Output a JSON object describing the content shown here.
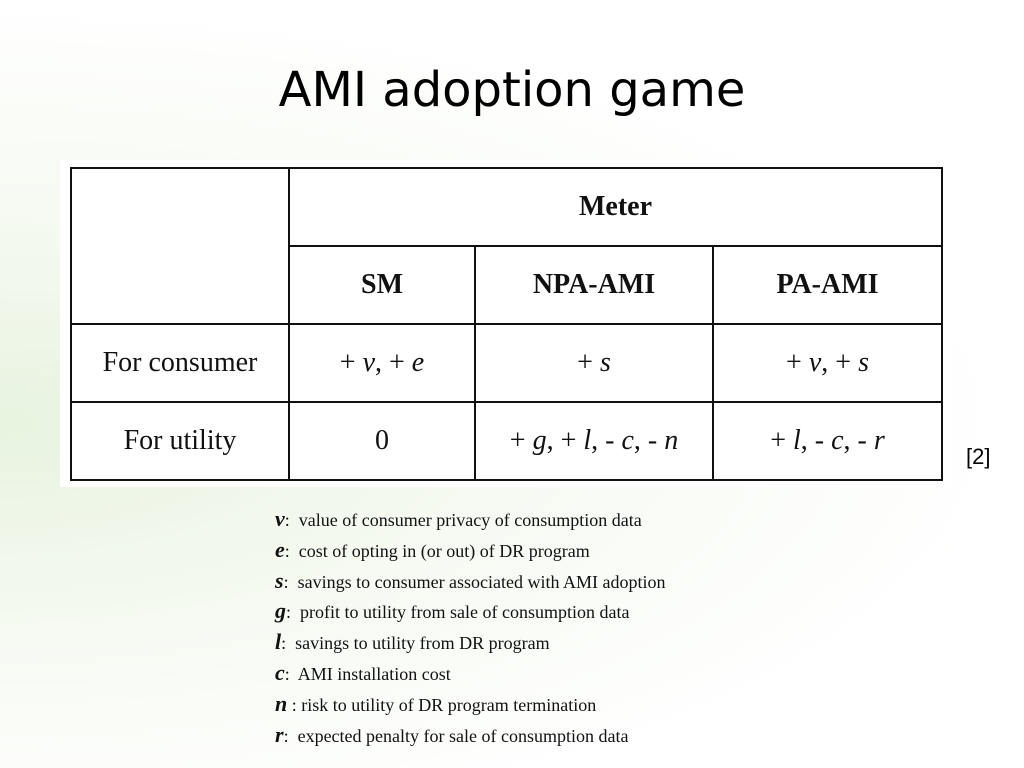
{
  "slide": {
    "title": "AMI adoption game",
    "reference": "[2]"
  },
  "table": {
    "group_header": "Meter",
    "columns": [
      "SM",
      "NPA-AMI",
      "PA-AMI"
    ],
    "rows": [
      {
        "label": "For consumer",
        "cells": [
          [
            {
              "t": "+ "
            },
            {
              "t": "v",
              "i": true
            },
            {
              "t": ", + "
            },
            {
              "t": "e",
              "i": true
            }
          ],
          [
            {
              "t": "+ "
            },
            {
              "t": "s",
              "i": true
            }
          ],
          [
            {
              "t": "+ "
            },
            {
              "t": "v",
              "i": true
            },
            {
              "t": ", + "
            },
            {
              "t": "s",
              "i": true
            }
          ]
        ]
      },
      {
        "label": "For utility",
        "cells": [
          [
            {
              "t": "0"
            }
          ],
          [
            {
              "t": "+ "
            },
            {
              "t": "g",
              "i": true
            },
            {
              "t": ", + "
            },
            {
              "t": "l",
              "i": true
            },
            {
              "t": ", - "
            },
            {
              "t": "c",
              "i": true
            },
            {
              "t": ", - "
            },
            {
              "t": "n",
              "i": true
            }
          ],
          [
            {
              "t": "+ "
            },
            {
              "t": "l",
              "i": true
            },
            {
              "t": ", - "
            },
            {
              "t": "c",
              "i": true
            },
            {
              "t": ", - "
            },
            {
              "t": "r",
              "i": true
            }
          ]
        ]
      }
    ]
  },
  "legend": [
    {
      "symbol": "v",
      "sep": ":  ",
      "text": "value of consumer privacy of consumption data"
    },
    {
      "symbol": "e",
      "sep": ":  ",
      "text": "cost of opting in (or out) of DR program"
    },
    {
      "symbol": "s",
      "sep": ":  ",
      "text": "savings to consumer associated with AMI adoption"
    },
    {
      "symbol": "g",
      "sep": ":  ",
      "text": "profit to utility from sale of consumption data"
    },
    {
      "symbol": "l",
      "sep": ":  ",
      "text": "savings to utility from DR program"
    },
    {
      "symbol": "c",
      "sep": ":  ",
      "text": "AMI installation cost"
    },
    {
      "symbol": "n",
      "sep": " : ",
      "text": "risk to utility of DR program termination"
    },
    {
      "symbol": "r",
      "sep": ":  ",
      "text": "expected penalty for sale of consumption data"
    }
  ]
}
